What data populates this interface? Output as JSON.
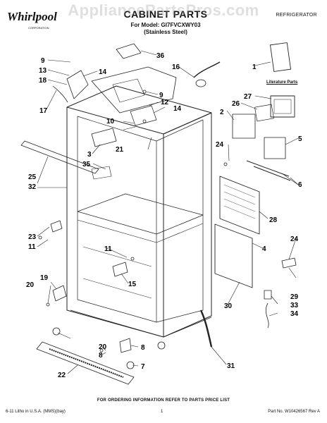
{
  "watermark": "AppliancePartsPros.com",
  "header": {
    "brand": "Whirlpool",
    "brand_sub": "CORPORATION",
    "title": "CABINET PARTS",
    "model_line": "For Model: GI7FVCXWY03",
    "variant_line": "(Stainless Steel)",
    "doc_type": "REFRIGERATOR"
  },
  "literature_label": "Literature Parts",
  "callouts": [
    "1",
    "2",
    "3",
    "4",
    "5",
    "6",
    "7",
    "8",
    "9",
    "10",
    "11",
    "12",
    "13",
    "14",
    "15",
    "16",
    "17",
    "18",
    "19",
    "20",
    "21",
    "22",
    "23",
    "24",
    "25",
    "26",
    "27",
    "28",
    "29",
    "30",
    "31",
    "32",
    "33",
    "34",
    "35",
    "36"
  ],
  "callout_repeats": [
    "9",
    "14",
    "8",
    "11",
    "19",
    "20",
    "24",
    "6"
  ],
  "footer": {
    "note": "FOR ORDERING INFORMATION REFER TO PARTS PRICE LIST",
    "left": "6-11 Litho in U.S.A. (MMS)(bay)",
    "page": "1",
    "part_no": "Part No. W10426567 Rev A"
  },
  "colors": {
    "line": "#222222",
    "watermark": "#9a9a9a",
    "background": "#ffffff"
  }
}
